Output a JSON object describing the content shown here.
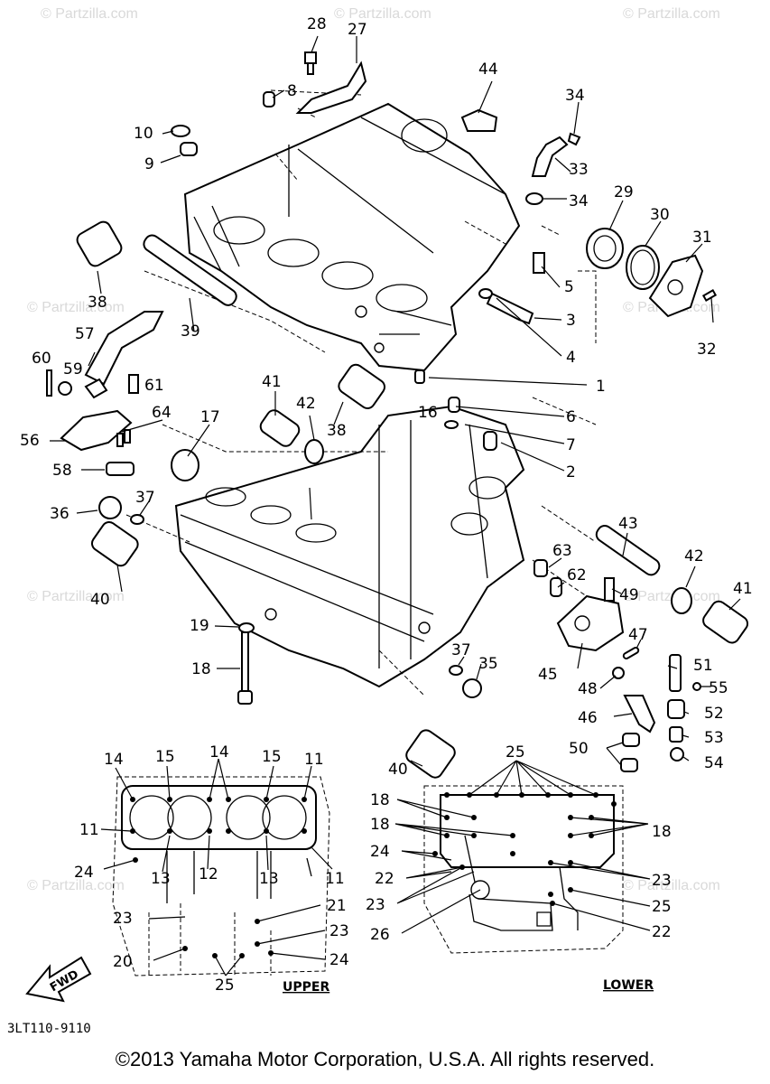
{
  "watermark": "© Partzilla.com",
  "diagram_code": "3LT110-9110",
  "copyright": "©2013 Yamaha Motor Corporation, U.S.A. All rights reserved.",
  "sections": {
    "upper": "UPPER",
    "lower": "LOWER",
    "fwd": "FWD"
  },
  "callouts": {
    "c1": "1",
    "c2": "2",
    "c3": "3",
    "c4": "4",
    "c5": "5",
    "c6": "6",
    "c7": "7",
    "c8": "8",
    "c9": "9",
    "c10": "10",
    "c16": "16",
    "c17": "17",
    "c18": "18",
    "c19": "19",
    "c27": "27",
    "c28": "28",
    "c29": "29",
    "c30": "30",
    "c31": "31",
    "c32": "32",
    "c33": "33",
    "c34a": "34",
    "c34b": "34",
    "c35": "35",
    "c36": "36",
    "c37a": "37",
    "c37b": "37",
    "c38a": "38",
    "c38b": "38",
    "c39": "39",
    "c40a": "40",
    "c40b": "40",
    "c41a": "41",
    "c41b": "41",
    "c42a": "42",
    "c42b": "42",
    "c43": "43",
    "c44": "44",
    "c45": "45",
    "c46": "46",
    "c47": "47",
    "c48": "48",
    "c49": "49",
    "c50": "50",
    "c51": "51",
    "c52": "52",
    "c53": "53",
    "c54": "54",
    "c55": "55",
    "c56": "56",
    "c57": "57",
    "c58": "58",
    "c59": "59",
    "c60": "60",
    "c61": "61",
    "c62": "62",
    "c63": "63",
    "c64": "64",
    "u14a": "14",
    "u15a": "15",
    "u14b": "14",
    "u15b": "15",
    "u11a": "11",
    "u11b": "11",
    "u11c": "11",
    "u24a": "24",
    "u13a": "13",
    "u12": "12",
    "u13b": "13",
    "u21": "21",
    "u23a": "23",
    "u23b": "23",
    "u20": "20",
    "u24b": "24",
    "u25": "25",
    "l25a": "25",
    "l18a": "18",
    "l18b": "18",
    "l18c": "18",
    "l24": "24",
    "l22a": "22",
    "l23a": "23",
    "l23b": "23",
    "l25b": "25",
    "l26": "26",
    "l22b": "22"
  }
}
